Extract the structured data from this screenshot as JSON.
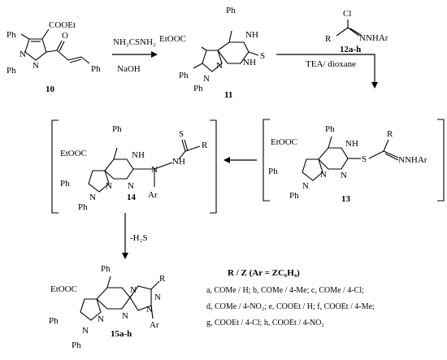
{
  "compounds": {
    "c10": {
      "label": "10",
      "groups": {
        "ester": "COOEt",
        "ph_top": "Ph",
        "ph_n": "Ph",
        "n": "N",
        "n2": "N",
        "o": "O",
        "ph_vinyl": "Ph"
      }
    },
    "c11": {
      "label": "11",
      "groups": {
        "ester": "EtOOC",
        "ph_top": "Ph",
        "nh_top": "NH",
        "nh_bot": "NH",
        "s": "S",
        "ph_pz": "Ph",
        "ph_n": "Ph",
        "n": "N",
        "n2": "N"
      }
    },
    "c12": {
      "label": "12a-h",
      "groups": {
        "cl": "Cl",
        "r": "R",
        "nhnhar": "NNHAr"
      }
    },
    "c13": {
      "label": "13",
      "groups": {
        "ester": "EtOOC",
        "ph_top": "Ph",
        "nh": "NH",
        "n_ring": "N",
        "s": "S",
        "r": "R",
        "nnhar": "NNHAr",
        "ph_pz": "Ph",
        "ph_n": "Ph",
        "n": "N",
        "n2": "N"
      }
    },
    "c14": {
      "label": "14",
      "groups": {
        "ester": "EtOOC",
        "ph_top": "Ph",
        "nh": "NH",
        "n_ring": "N",
        "n_chain": "N",
        "nh_chain": "NH",
        "s": "S",
        "r": "R",
        "ar": "Ar",
        "ph_pz": "Ph",
        "ph_n": "Ph",
        "n": "N",
        "n2": "N"
      }
    },
    "c15": {
      "label": "15a-h",
      "groups": {
        "ester": "EtOOC",
        "ph_top": "Ph",
        "n_fused": "N",
        "n_ring": "N",
        "r": "R",
        "n_tz": "N",
        "n_ar": "N",
        "ar": "Ar",
        "ph_pz": "Ph",
        "ph_n": "Ph",
        "n": "N",
        "n2": "N"
      }
    }
  },
  "reagents": {
    "step1_top": "NH₂CSNH₂",
    "step1_bottom": "NaOH",
    "step2": "TEA/ dioxane",
    "step4": "-H₂S"
  },
  "legend": {
    "title": "R / Z (Ar = ZC₆H₄)",
    "line1": "a, COMe / H; b, COMe / 4-Me;   c, COMe / 4-Cl;",
    "line2": "d, COMe / 4-NO₂;  e, COOEt / H; f, COOEt / 4-Me;",
    "line3": "g, COOEt / 4-Cl; h, COOEt / 4-NO₂"
  }
}
